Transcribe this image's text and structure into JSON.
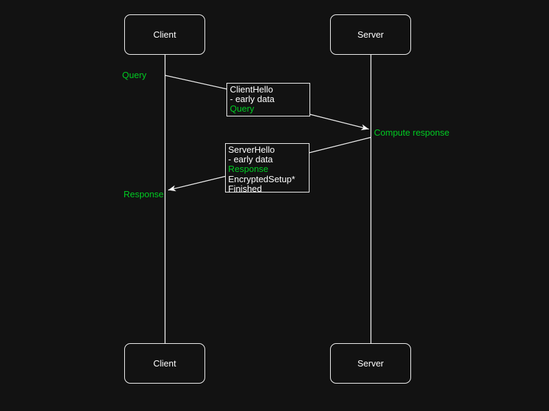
{
  "diagram": {
    "type": "sequence",
    "actors": {
      "client": {
        "label": "Client"
      },
      "server": {
        "label": "Server"
      }
    },
    "messages": [
      {
        "id": "client-to-server",
        "from": "client",
        "to": "server",
        "lines": [
          {
            "text": "ClientHello",
            "color": "white"
          },
          {
            "text": "- early data",
            "color": "white"
          },
          {
            "text": "Query",
            "color": "green"
          }
        ]
      },
      {
        "id": "server-to-client",
        "from": "server",
        "to": "client",
        "lines": [
          {
            "text": "ServerHello",
            "color": "white"
          },
          {
            "text": "- early data",
            "color": "white"
          },
          {
            "text": "Response",
            "color": "green"
          },
          {
            "text": "EncryptedSetup*",
            "color": "white"
          },
          {
            "text": "Finished",
            "color": "white"
          }
        ]
      }
    ],
    "annotations": {
      "query": "Query",
      "compute_response": "Compute response",
      "response": "Response"
    }
  },
  "colors": {
    "background": "#121212",
    "stroke": "#f5f5f5",
    "text": "#ffffff",
    "green": "#00cc22"
  }
}
